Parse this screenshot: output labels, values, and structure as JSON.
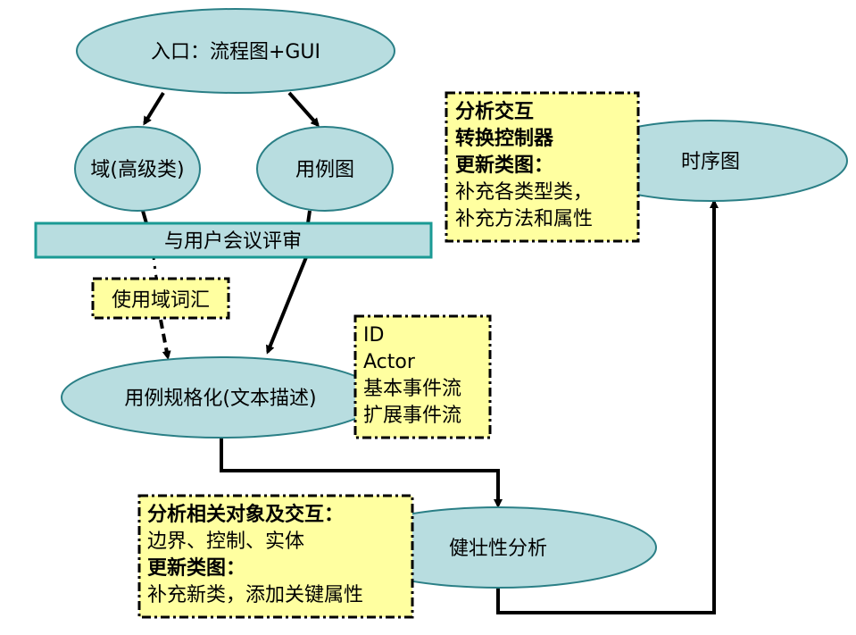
{
  "nodes": {
    "entry": {
      "label": "入口：流程图+GUI"
    },
    "domain": {
      "label": "域(高级类)"
    },
    "use_case_diagram": {
      "label": "用例图"
    },
    "sequence_diagram": {
      "label": "时序图"
    },
    "use_case_spec": {
      "label": "用例规格化(文本描述)"
    },
    "robustness": {
      "label": "健壮性分析"
    }
  },
  "review_bar": {
    "label": "与用户会议评审"
  },
  "notes": {
    "vocab": {
      "label": "使用域词汇"
    },
    "top_right": {
      "line1": "分析交互",
      "line2": "转换控制器",
      "line3": "更新类图：",
      "line4": "补充各类型类，",
      "line5": "补充方法和属性"
    },
    "middle_right": {
      "line1": "ID",
      "line2": "Actor",
      "line3": "基本事件流",
      "line4": "扩展事件流"
    },
    "bottom_left": {
      "line1": "分析相关对象及交互：",
      "line2": "边界、控制、实体",
      "line3": "更新类图：",
      "line4": "补充新类，添加关键属性"
    }
  },
  "colors": {
    "ellipse_fill": "#b8dde0",
    "ellipse_stroke": "#2a7f86",
    "bar_fill": "#b8dde0",
    "bar_stroke": "#1a9a94",
    "note_fill": "#ffffa0",
    "note_stroke": "#000000"
  }
}
